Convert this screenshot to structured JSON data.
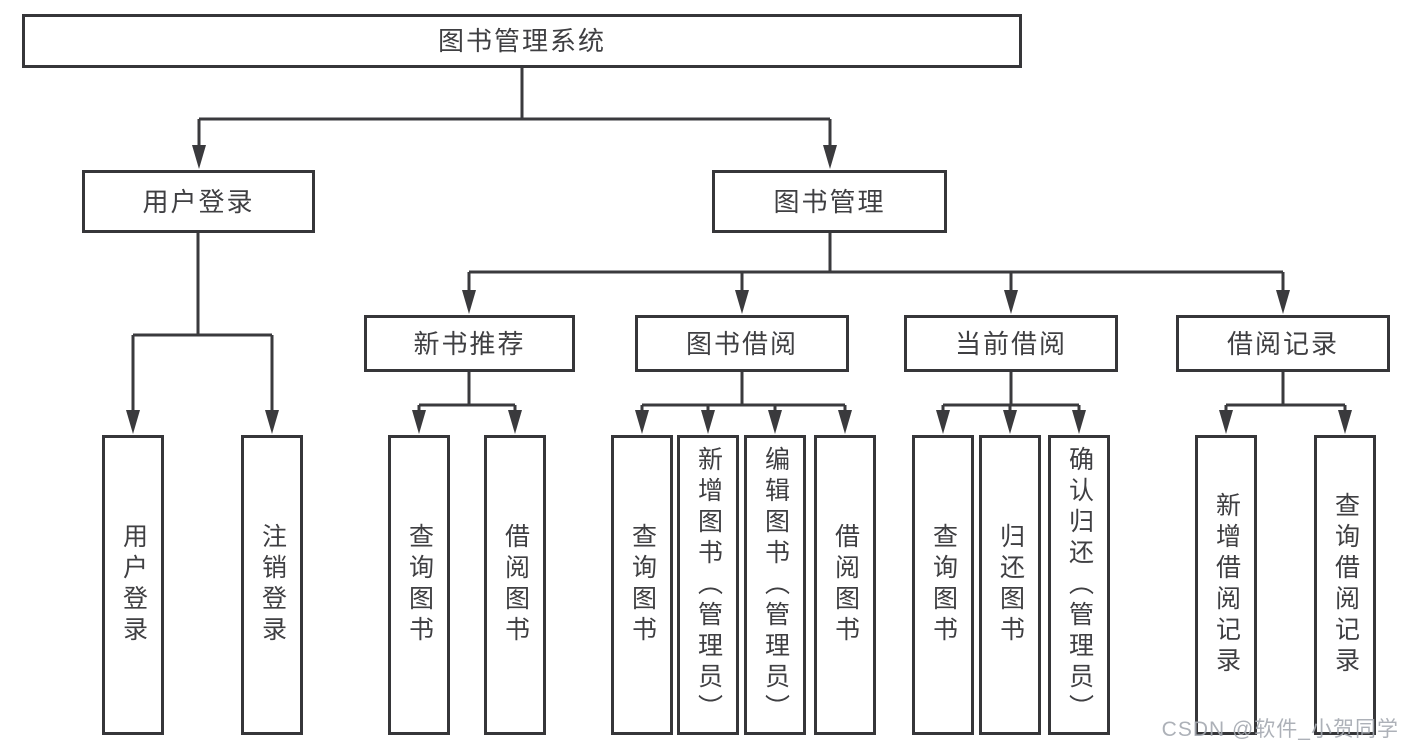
{
  "diagram": {
    "root": "图书管理系统",
    "level2": {
      "login": "用户登录",
      "management": "图书管理"
    },
    "level3": {
      "new_books": "新书推荐",
      "borrowing": "图书借阅",
      "current": "当前借阅",
      "records": "借阅记录"
    },
    "leaves": {
      "login": [
        "用户登录",
        "注销登录"
      ],
      "new_books": [
        "查询图书",
        "借阅图书"
      ],
      "borrowing": [
        "查询图书",
        "新增图书（管理员）",
        "编辑图书（管理员）",
        "借阅图书"
      ],
      "current": [
        "查询图书",
        "归还图书",
        "确认归还（管理员）"
      ],
      "records": [
        "新增借阅记录",
        "查询借阅记录"
      ]
    }
  },
  "watermark": "CSDN @软件_小贺同学",
  "colors": {
    "line": "#3a3a3d",
    "text": "#3f3f42",
    "watermark": "#a4a9b0"
  }
}
